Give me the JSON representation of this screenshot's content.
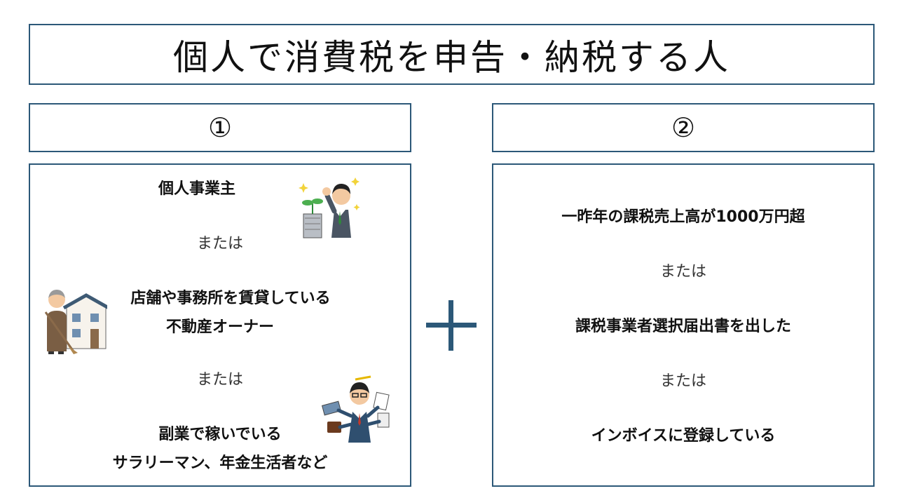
{
  "title": "個人で消費税を申告・納税する人",
  "left": {
    "number": "①",
    "item1": "個人事業主",
    "or1": "または",
    "item2_line1": "店舗や事務所を賃貸している",
    "item2_line2": "不動産オーナー",
    "or2": "または",
    "item3_line1": "副業で稼いでいる",
    "item3_line2": "サラリーマン、年金生活者など"
  },
  "right": {
    "number": "②",
    "item1": "一昨年の課税売上高が1000万円超",
    "or1": "または",
    "item2": "課税事業者選択届出書を出した",
    "or2": "または",
    "item3": "インボイスに登録している"
  },
  "colors": {
    "border": "#2c5878",
    "plus": "#2c5878"
  }
}
